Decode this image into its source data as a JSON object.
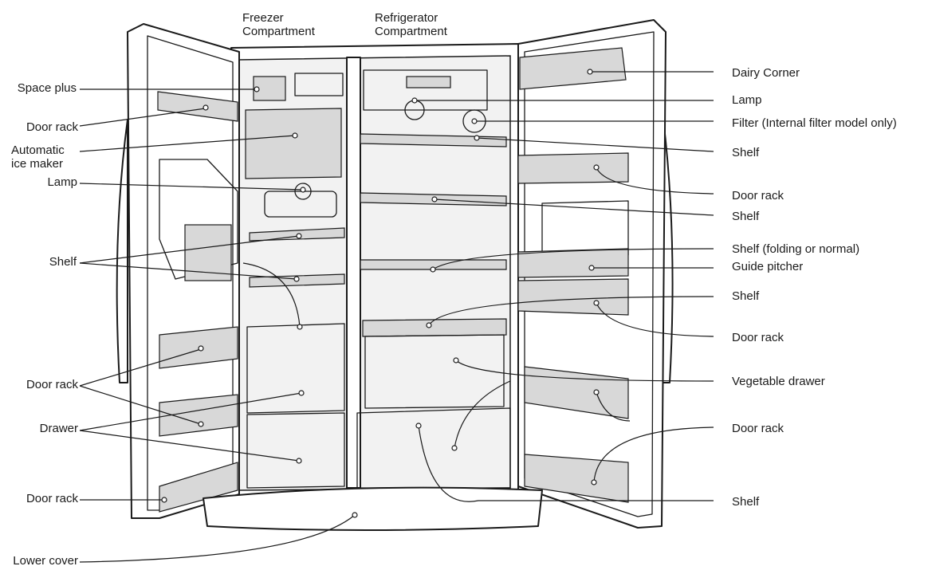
{
  "headings": {
    "freezer": "Freezer\nCompartment",
    "refrigerator": "Refrigerator\nCompartment"
  },
  "left_labels": [
    "Space plus",
    "Door rack",
    "Automatic\nice maker",
    "Lamp",
    "Shelf",
    "Door rack",
    "Drawer",
    "Door rack",
    "Lower cover"
  ],
  "right_labels": [
    "Dairy Corner",
    "Lamp",
    "Filter (Internal filter model only)",
    "Shelf",
    "Door rack",
    "Shelf",
    "Shelf (folding or normal)",
    "Guide pitcher",
    "Shelf",
    "Door rack",
    "Vegetable drawer",
    "Door rack",
    "Shelf"
  ]
}
